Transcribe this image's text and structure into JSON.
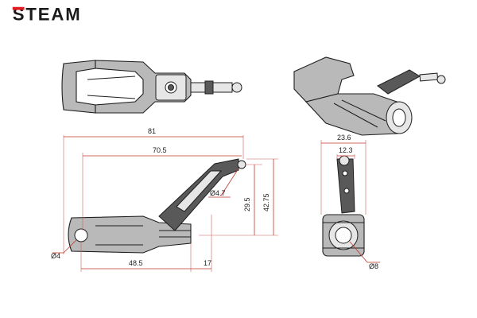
{
  "brand": {
    "text": "STEAM",
    "accent_color": "#e31b23",
    "text_color": "#1a1a1a"
  },
  "dimensions": {
    "total_width": "81",
    "arm_width": "70.5",
    "ball_diameter": "Ø4.7",
    "arm_height": "29.5",
    "total_height": "42.75",
    "pivot_hole": "Ø4",
    "base_length": "48.5",
    "end_offset": "17",
    "side_width": "23.6",
    "arm_thickness": "12.3",
    "bearing_diameter": "Ø8"
  },
  "colors": {
    "dimension_line": "#c0392b",
    "part_fill": "#b9b9b9",
    "outline": "#1e1e1e"
  }
}
